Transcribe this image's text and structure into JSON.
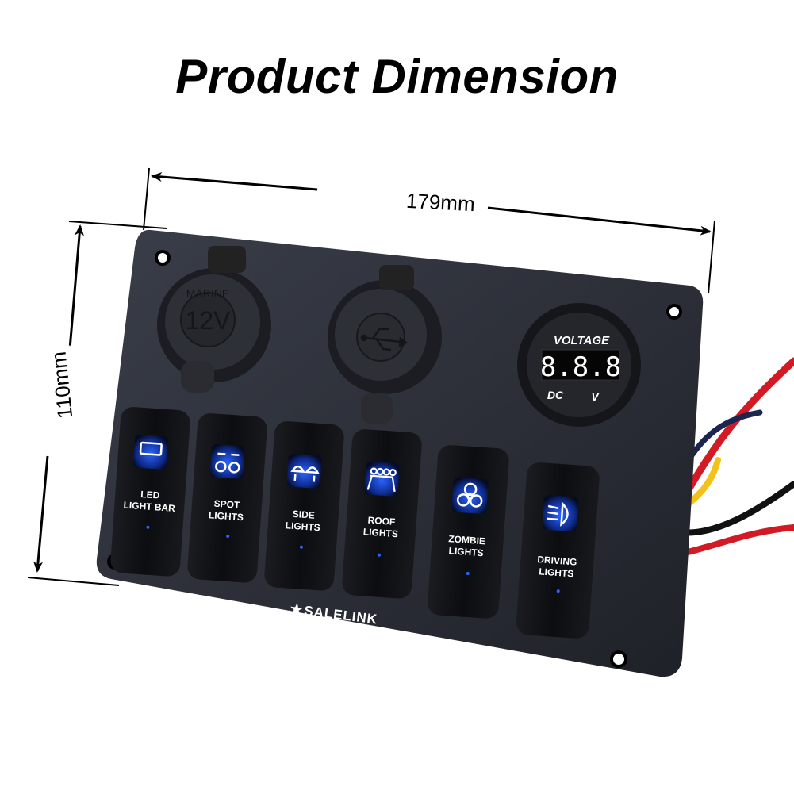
{
  "title": "Product Dimension",
  "dimensions": {
    "width_label": "179mm",
    "height_label": "110mm"
  },
  "panel": {
    "brand": "SALELINK",
    "brand_icon": "star-icon",
    "colors": {
      "panel": "#2b2e36",
      "switch": "#0d0e11",
      "backlight": "#1a49d6",
      "label": "#ffffff"
    },
    "sockets": [
      {
        "type": "cigarette-socket",
        "top_text": "MARINE",
        "center_text": "12V"
      },
      {
        "type": "usb-socket",
        "icon": "usb-icon"
      },
      {
        "type": "voltmeter",
        "top_text": "VOLTAGE",
        "display": "8.8.8",
        "bottom_left": "DC",
        "bottom_right": "V"
      }
    ],
    "switches": [
      {
        "label_line1": "LED",
        "label_line2": "LIGHT BAR",
        "icon": "light-bar-icon"
      },
      {
        "label_line1": "SPOT",
        "label_line2": "LIGHTS",
        "icon": "spot-lights-icon"
      },
      {
        "label_line1": "SIDE",
        "label_line2": "LIGHTS",
        "icon": "side-lights-icon"
      },
      {
        "label_line1": "ROOF",
        "label_line2": "LIGHTS",
        "icon": "roof-lights-icon"
      },
      {
        "label_line1": "ZOMBIE",
        "label_line2": "LIGHTS",
        "icon": "biohazard-icon"
      },
      {
        "label_line1": "DRIVING",
        "label_line2": "LIGHTS",
        "icon": "headlight-icon"
      }
    ],
    "wires": [
      "#d11a24",
      "#f2c21a",
      "#1c2550",
      "#111111",
      "#d11a24"
    ]
  }
}
